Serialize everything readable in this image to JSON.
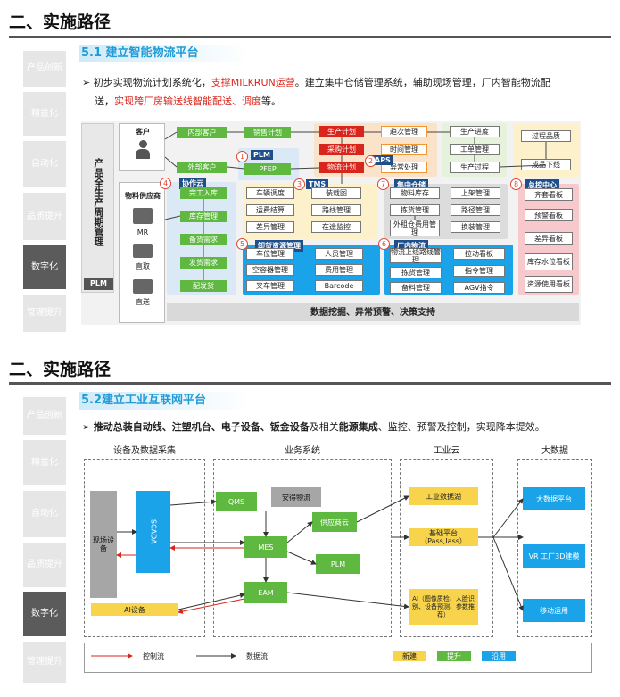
{
  "section1": {
    "heading": "二、实施路径",
    "sub_title": "5.1 建立智能物流平台",
    "text_a": "初步实现物流计划系统化，",
    "text_b": "支撑MILKRUN运营",
    "text_c": "。建立集中仓储管理系统，辅助现场管理，厂内智能物流配",
    "text_d": "送，",
    "text_e": "实现跨厂房输送线智能配送、调度",
    "text_f": "等。"
  },
  "section2": {
    "heading": "二、实施路径",
    "sub_title": "5.2建立工业互联网平台",
    "text_a": "推动总装自动线、注塑机台、电子设备、钣金设备",
    "text_b": "及相关",
    "text_c": "能源集成",
    "text_d": "、监控、预警及控制，实现降本提效。"
  },
  "sidebar": [
    "产品创新",
    "精益化",
    "自动化",
    "品质提升",
    "数字化",
    "管理提升"
  ],
  "sidebar_active": "数字化",
  "plm_col": {
    "title": "产品全生产周期管理",
    "tag": "PLM"
  },
  "d1": {
    "customer": "客户",
    "inner_customer": "内部客户",
    "outer_customer": "外部客户",
    "sales_plan": "销售计划",
    "plm": "PLM",
    "pfep": "PFEP",
    "prod_plan": "生产计划",
    "purchase_plan": "采购计划",
    "logistics_plan": "物流计划",
    "trend_mgmt": "趋次管理",
    "time_mgmt": "时间管理",
    "exception": "异常处理",
    "aps": "APS",
    "prod_progress": "生产进度",
    "work_order": "工单管理",
    "prod_process": "生产过程",
    "process_quality": "过程品质",
    "finished_offline": "成品下线",
    "material_supplier": "物料供应商",
    "mr": "MR",
    "direct1": "直取",
    "direct2": "直送",
    "collab_cloud": "协作云",
    "finished_in": "完工入库",
    "stock_demand": "库存管理",
    "prep_demand": "备货需求",
    "ship_demand": "发货需求",
    "dispatch": "配发货",
    "vehicle_sched": "车辆调度",
    "freight_settle": "运费结算",
    "diff_mgmt": "差异管理",
    "tms": "TMS",
    "loading_plan": "装载图",
    "route_mgmt": "路线管理",
    "transit_monitor": "在途监控",
    "central_wh": "集中仓储",
    "inv_mgmt": "物料库存",
    "picking_mgmt": "拣货管理",
    "external_wh_fee": "外租仓费用管理",
    "shelf_mgmt": "上架管理",
    "path_mgmt": "路径管理",
    "transfer_mgmt": "换装管理",
    "control_center": "总控中心",
    "align_board": "齐套看板",
    "warn_board": "预警看板",
    "diff_board": "差异看板",
    "inv_level_board": "库存水位看板",
    "resource_board": "资源使用看板",
    "ldock": "卸货资源管理",
    "parking": "车位管理",
    "container": "空容器管理",
    "forklift": "叉车管理",
    "personnel": "人员管理",
    "cost_mgmt": "费用管理",
    "barcode": "Barcode",
    "in_plant": "厂内物流",
    "line_mgmt": "物流上线路线管理",
    "pull_board": "拉动看板",
    "sort_mgmt": "拣货管理",
    "cmd_mgmt": "指令管理",
    "stock_mgmt": "备料管理",
    "agv_cmd": "AGV指令",
    "footer": "数据挖掘、异常预警、决策支持",
    "n1": "1",
    "n2": "2",
    "n3": "3",
    "n4": "4",
    "n5": "5",
    "n6": "6",
    "n7": "7",
    "n8": "8"
  },
  "d2": {
    "col1": "设备及数据采集",
    "col2": "业务系统",
    "col3": "工业云",
    "col4": "大数据",
    "field_device": "现场设备",
    "scada": "SCADA",
    "ai_device": "AI设备",
    "qms": "QMS",
    "safety": "安得物流",
    "supplier_cloud": "供应商云",
    "mes": "MES",
    "plm": "PLM",
    "eam": "EAM",
    "lake": "工业数据湖",
    "base": "基础平台（Pass,Iass）",
    "ai": "AI（图像质检、人脸识别、设备预测、参数推荐）",
    "bigdata": "大数据平台",
    "vr": "VR 工厂3D建模",
    "mobile": "移动运用",
    "legend_ctrl": "控制流",
    "legend_data": "数据流",
    "legend_new": "新建",
    "legend_up": "提升",
    "legend_use": "沿用"
  },
  "colors": {
    "accent": "#1f9bd7",
    "blue": "#1aa3e8",
    "green": "#5fb840",
    "yellow": "#f7d44c",
    "gray": "#a6a6a6",
    "red": "#d8261c"
  }
}
